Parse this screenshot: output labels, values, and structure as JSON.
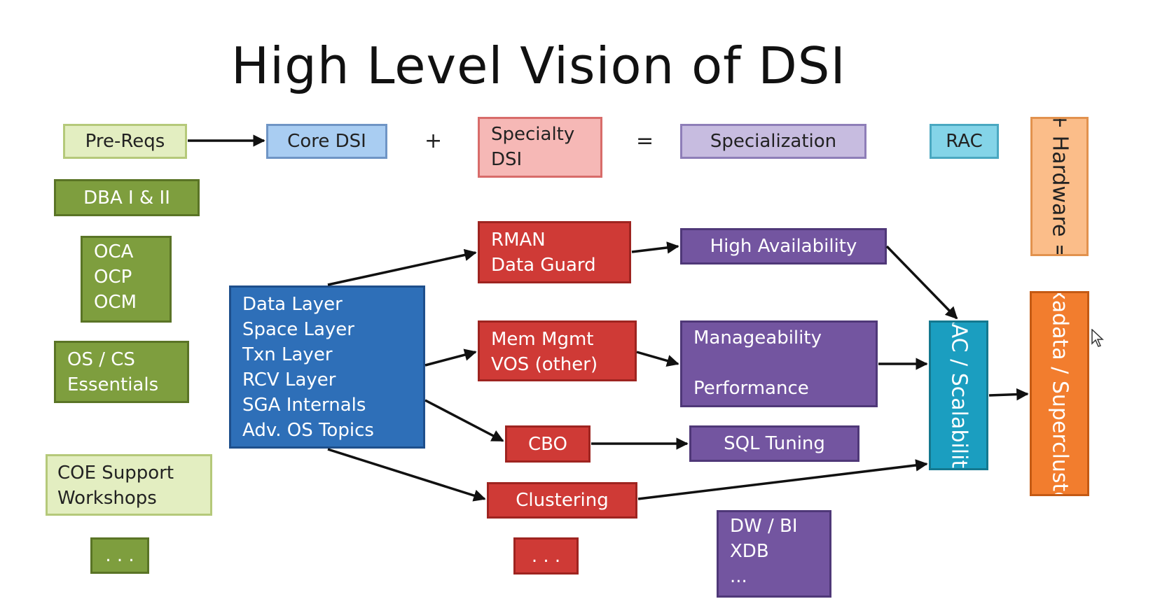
{
  "title": "High Level Vision of DSI",
  "operators": {
    "plus": "+",
    "equals": "="
  },
  "top_row": {
    "prereqs": "Pre-Reqs",
    "core_dsi": "Core DSI",
    "specialty_dsi": "Specialty\nDSI",
    "specialization": "Specialization",
    "rac": "RAC",
    "hardware": "+ Hardware ="
  },
  "prereq_items": {
    "dba": "DBA I & II",
    "certs": "OCA\nOCP\nOCM",
    "os_cs": "OS / CS\nEssentials",
    "coe": "COE Support\nWorkshops",
    "more": ". . ."
  },
  "core_box": "Data Layer\nSpace Layer\nTxn Layer\nRCV Layer\nSGA Internals\nAdv. OS Topics",
  "specialty_items": {
    "rman": "RMAN\nData Guard",
    "mem": "Mem Mgmt\nVOS (other)",
    "cbo": "CBO",
    "clustering": "Clustering",
    "more": ". . ."
  },
  "specialization_items": {
    "ha": "High Availability",
    "manage": "Manageability\n\nPerformance",
    "sql": "SQL Tuning",
    "dw": "DW / BI\nXDB\n..."
  },
  "rac_scalability": "RAC / Scalability",
  "exadata": "Exadata / Supercluster",
  "icons": {
    "cursor": "mouse-pointer-icon"
  },
  "colors": {
    "green": "#7e9e3e",
    "blue": "#2e6fb8",
    "red": "#cf3a36",
    "purple": "#7355a0",
    "teal": "#1b9ec0",
    "orange": "#f27d2e"
  }
}
